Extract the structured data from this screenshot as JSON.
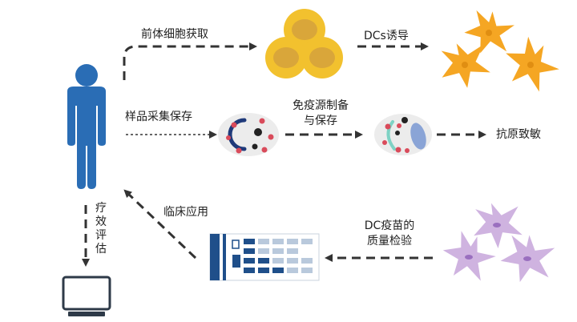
{
  "labels": {
    "precursor_cells": "前体细胞获取",
    "dc_induction": "DCs诱导",
    "sample_storage": "样品采集保存",
    "antigen_prep_line1": "免疫源制备",
    "antigen_prep_line2": "与保存",
    "antigen_sensitization": "抗原致敏",
    "efficacy_eval": "疗效评估",
    "clinical_use": "临床应用",
    "qc_line1": "DC疫苗的",
    "qc_line2": "质量检验"
  },
  "colors": {
    "person": "#2a6db5",
    "arrow": "#333333",
    "precursor_outer": "#f2c12e",
    "precursor_inner": "#d9a63a",
    "dc_orange": "#f5a623",
    "dc_purple": "#cfb3e0",
    "cell_bg": "#ececec",
    "red_dot": "#d94b5b",
    "cabinet_blue": "#1f4f8a",
    "cabinet_light": "#b9c9dc"
  },
  "icons": [
    "person-icon",
    "precursor-cells-icon",
    "dc-cells-orange-icon",
    "sample-cell-icon",
    "antigen-cell-icon",
    "monitor-icon",
    "vaccine-cabinet-icon",
    "dc-cells-purple-icon"
  ]
}
